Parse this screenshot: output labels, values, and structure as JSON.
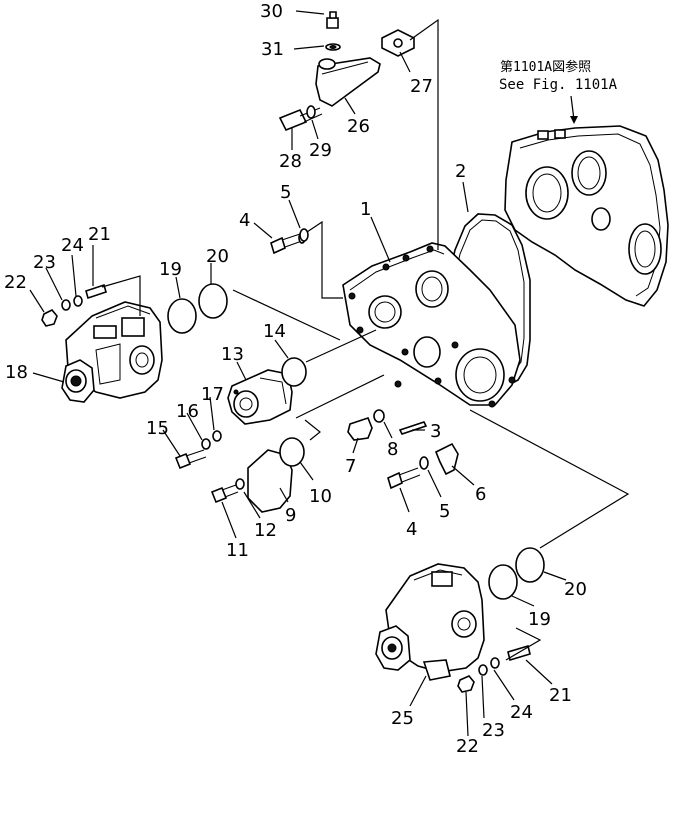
{
  "reference": {
    "line1": "第1101A図参照",
    "line2": "See Fig. 1101A"
  },
  "callouts": [
    {
      "id": "c30",
      "text": "30"
    },
    {
      "id": "c31",
      "text": "31"
    },
    {
      "id": "c27",
      "text": "27"
    },
    {
      "id": "c26",
      "text": "26"
    },
    {
      "id": "c28",
      "text": "28"
    },
    {
      "id": "c29",
      "text": "29"
    },
    {
      "id": "c2",
      "text": "2"
    },
    {
      "id": "c5a",
      "text": "5"
    },
    {
      "id": "c4a",
      "text": "4"
    },
    {
      "id": "c1",
      "text": "1"
    },
    {
      "id": "c21a",
      "text": "21"
    },
    {
      "id": "c24a",
      "text": "24"
    },
    {
      "id": "c23a",
      "text": "23"
    },
    {
      "id": "c22a",
      "text": "22"
    },
    {
      "id": "c19a",
      "text": "19"
    },
    {
      "id": "c20a",
      "text": "20"
    },
    {
      "id": "c14",
      "text": "14"
    },
    {
      "id": "c13",
      "text": "13"
    },
    {
      "id": "c18",
      "text": "18"
    },
    {
      "id": "c17",
      "text": "17"
    },
    {
      "id": "c16",
      "text": "16"
    },
    {
      "id": "c15",
      "text": "15"
    },
    {
      "id": "c3",
      "text": "3"
    },
    {
      "id": "c8",
      "text": "8"
    },
    {
      "id": "c7",
      "text": "7"
    },
    {
      "id": "c6",
      "text": "6"
    },
    {
      "id": "c5b",
      "text": "5"
    },
    {
      "id": "c4b",
      "text": "4"
    },
    {
      "id": "c10",
      "text": "10"
    },
    {
      "id": "c9",
      "text": "9"
    },
    {
      "id": "c12",
      "text": "12"
    },
    {
      "id": "c11",
      "text": "11"
    },
    {
      "id": "c20b",
      "text": "20"
    },
    {
      "id": "c19b",
      "text": "19"
    },
    {
      "id": "c21b",
      "text": "21"
    },
    {
      "id": "c24b",
      "text": "24"
    },
    {
      "id": "c23b",
      "text": "23"
    },
    {
      "id": "c22b",
      "text": "22"
    },
    {
      "id": "c25",
      "text": "25"
    }
  ]
}
